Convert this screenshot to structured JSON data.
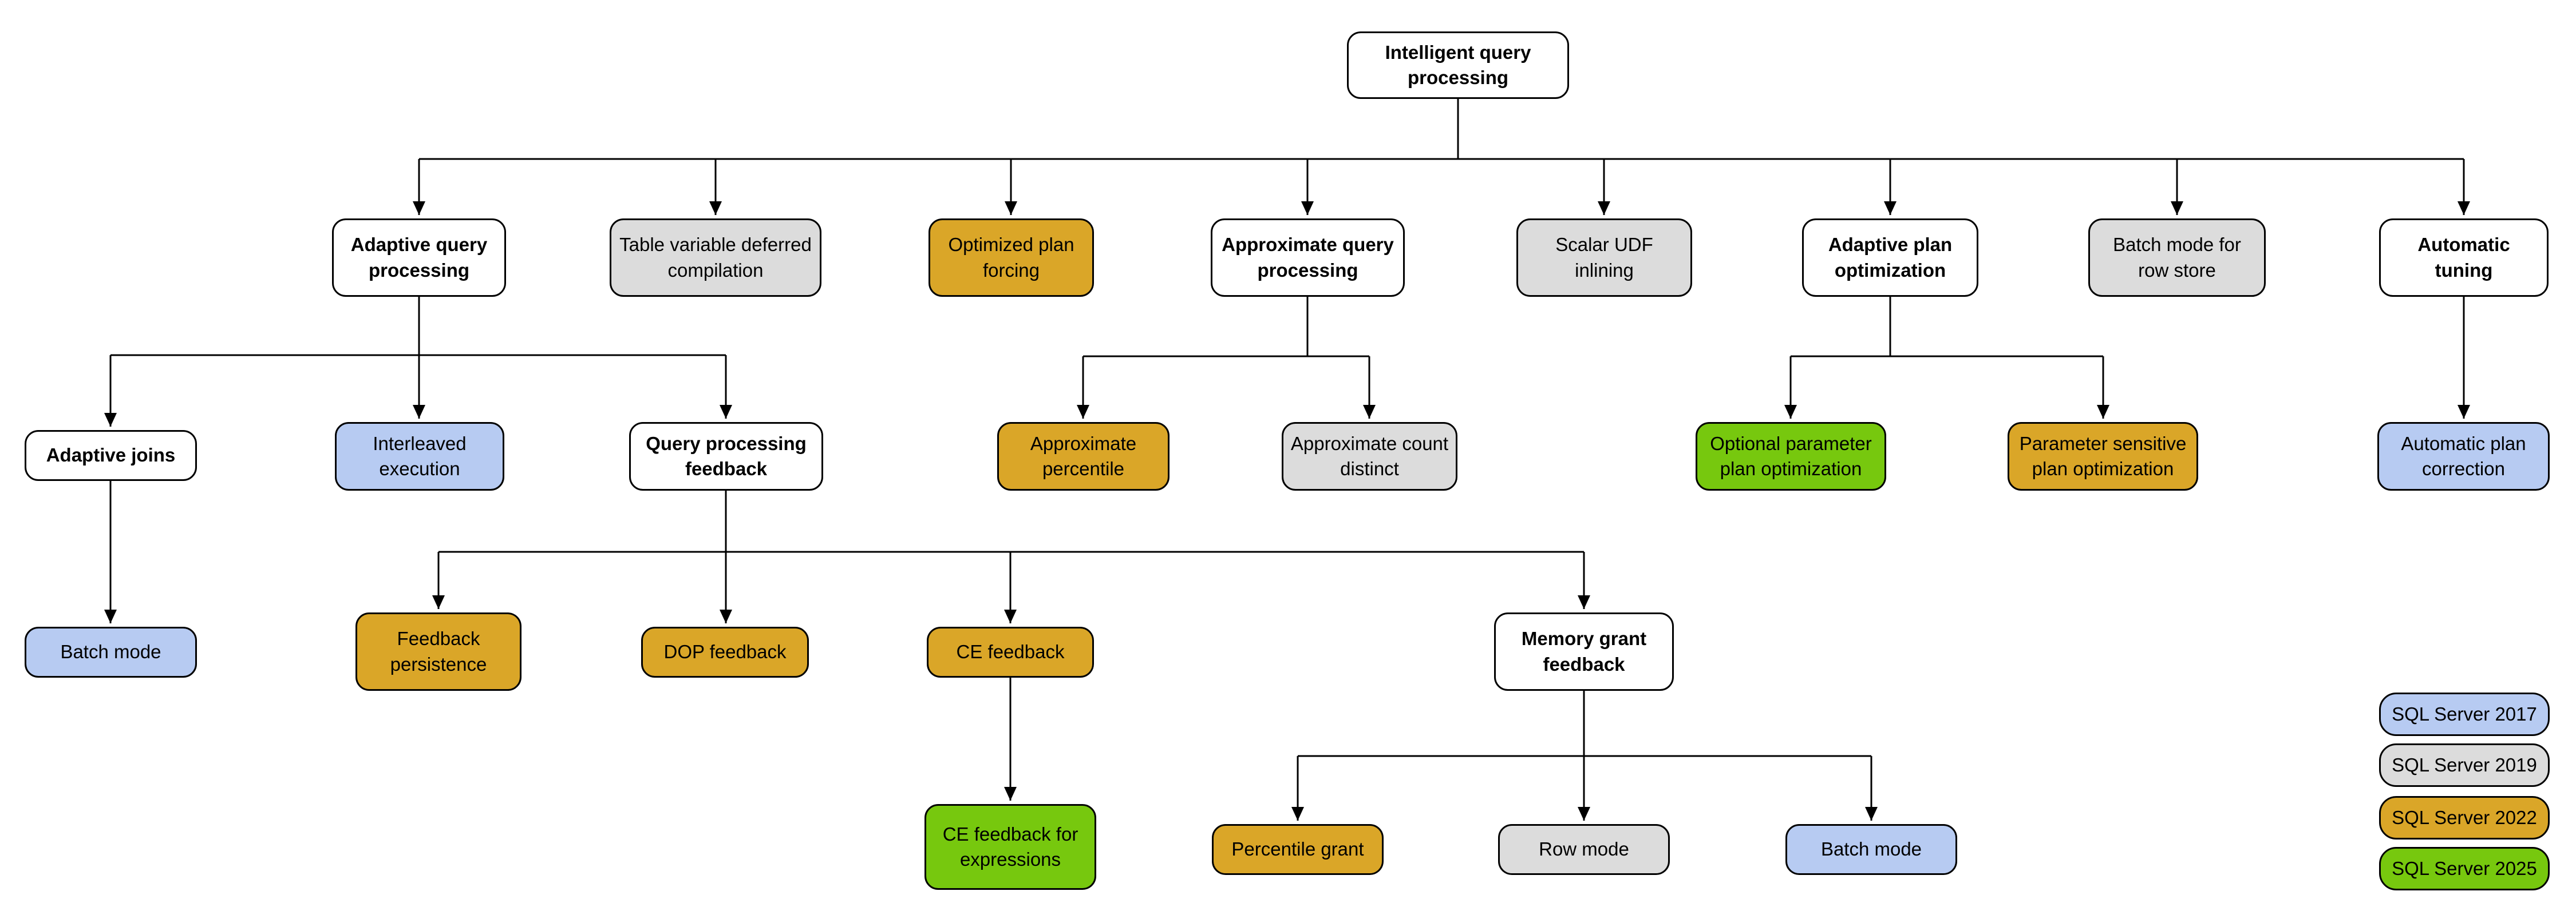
{
  "diagram_title": "Intelligent query processing",
  "colors": {
    "sql2017": "#B7CBF2",
    "sql2019": "#DCDCDC",
    "sql2022": "#DAA628",
    "sql2025": "#77C80E",
    "category_box": "#FFFFFF",
    "border_and_lines": "#000000"
  },
  "nodes": [
    {
      "id": "root",
      "label": "Intelligent query processing",
      "kind": "category"
    },
    {
      "id": "adaptive-query-processing",
      "label": "Adaptive query processing",
      "kind": "category"
    },
    {
      "id": "table-variable-deferred-compilation",
      "label": "Table variable deferred compilation",
      "version": "SQL Server 2019"
    },
    {
      "id": "optimized-plan-forcing",
      "label": "Optimized plan forcing",
      "version": "SQL Server 2022"
    },
    {
      "id": "approximate-query-processing",
      "label": "Approximate query processing",
      "kind": "category"
    },
    {
      "id": "scalar-udf-inlining",
      "label": "Scalar UDF inlining",
      "version": "SQL Server 2019"
    },
    {
      "id": "adaptive-plan-optimization",
      "label": "Adaptive plan optimization",
      "kind": "category"
    },
    {
      "id": "batch-mode-for-row-store",
      "label": "Batch mode for row store",
      "version": "SQL Server 2019"
    },
    {
      "id": "automatic-tuning",
      "label": "Automatic tuning",
      "kind": "category"
    },
    {
      "id": "adaptive-joins",
      "label": "Adaptive joins",
      "kind": "category"
    },
    {
      "id": "interleaved-execution",
      "label": "Interleaved execution",
      "version": "SQL Server 2017"
    },
    {
      "id": "query-processing-feedback",
      "label": "Query processing feedback",
      "kind": "category"
    },
    {
      "id": "approximate-percentile",
      "label": "Approximate percentile",
      "version": "SQL Server 2022"
    },
    {
      "id": "approximate-count-distinct",
      "label": "Approximate count distinct",
      "version": "SQL Server 2019"
    },
    {
      "id": "optional-parameter-plan-optimization",
      "label": "Optional parameter plan optimization",
      "version": "SQL Server 2025"
    },
    {
      "id": "parameter-sensitive-plan-optimization",
      "label": "Parameter sensitive plan optimization",
      "version": "SQL Server 2022"
    },
    {
      "id": "automatic-plan-correction",
      "label": "Automatic plan correction",
      "version": "SQL Server 2017"
    },
    {
      "id": "batch-mode-adaptive-joins",
      "label": "Batch mode",
      "version": "SQL Server 2017"
    },
    {
      "id": "feedback-persistence",
      "label": "Feedback persistence",
      "version": "SQL Server 2022"
    },
    {
      "id": "dop-feedback",
      "label": "DOP feedback",
      "version": "SQL Server 2022"
    },
    {
      "id": "ce-feedback",
      "label": "CE feedback",
      "version": "SQL Server 2022"
    },
    {
      "id": "memory-grant-feedback",
      "label": "Memory grant feedback",
      "kind": "category"
    },
    {
      "id": "ce-feedback-for-expressions",
      "label": "CE feedback for expressions",
      "version": "SQL Server 2025"
    },
    {
      "id": "percentile-grant",
      "label": "Percentile grant",
      "version": "SQL Server 2022"
    },
    {
      "id": "row-mode",
      "label": "Row mode",
      "version": "SQL Server 2019"
    },
    {
      "id": "batch-mode-memory-grant",
      "label": "Batch mode",
      "version": "SQL Server 2017"
    }
  ],
  "legend": [
    {
      "label": "SQL Server 2017",
      "color": "#B7CBF2"
    },
    {
      "label": "SQL Server 2019",
      "color": "#DCDCDC"
    },
    {
      "label": "SQL Server 2022",
      "color": "#DAA628"
    },
    {
      "label": "SQL Server 2025",
      "color": "#77C80E"
    }
  ]
}
